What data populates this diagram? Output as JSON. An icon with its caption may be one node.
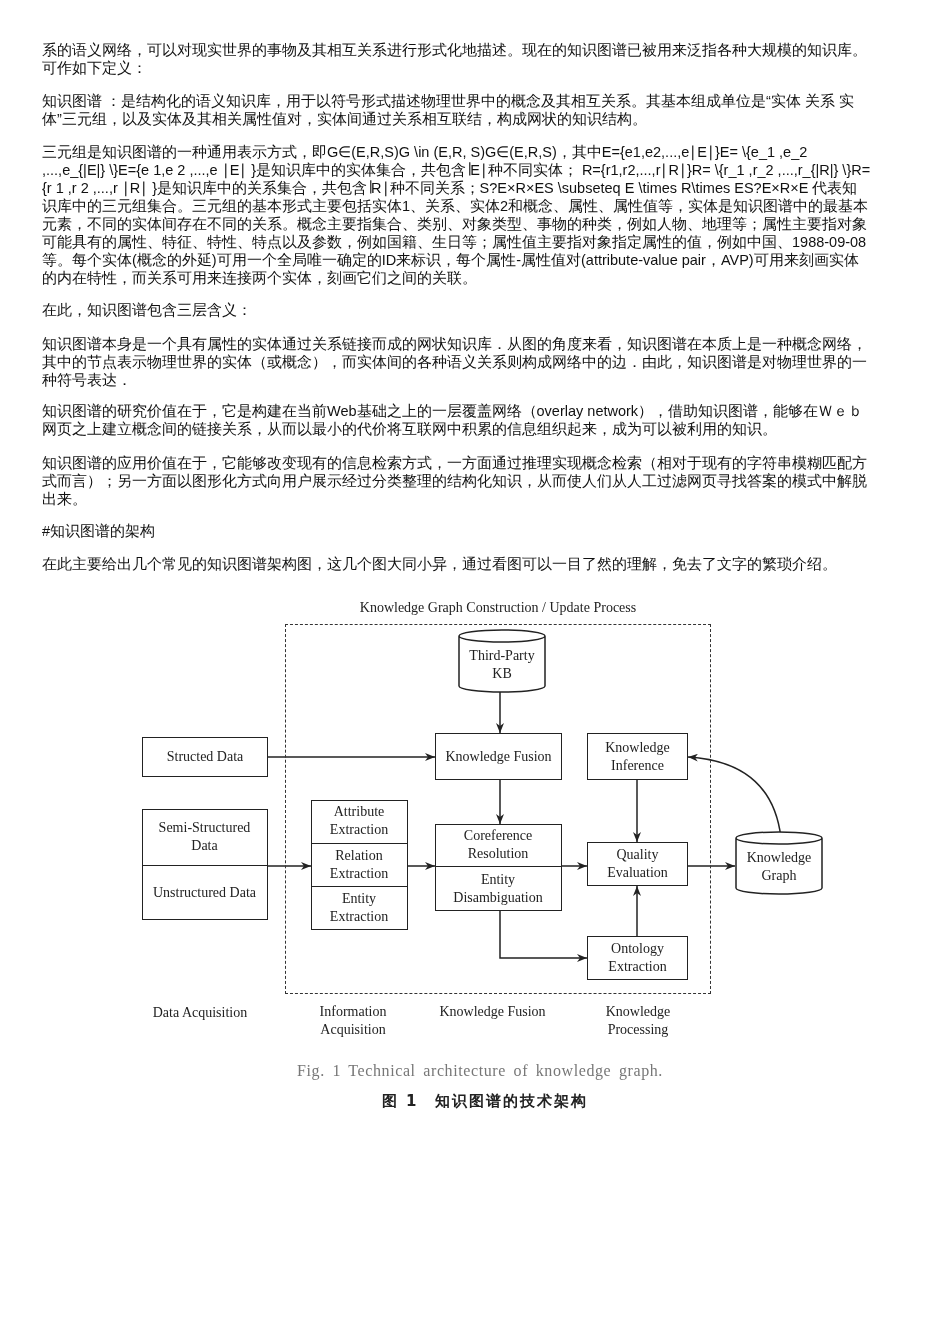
{
  "diagram": {
    "caption": "Fig. 1 Technical architecture of knowledge graph.",
    "nodes": [
      {
        "text": [
          "Knowledge Graph Construction / Update Process"
        ]
      },
      {
        "text": [
          "Third-Party KB"
        ],
        "in": 0
      },
      {
        "text": [
          "Structed Data"
        ]
      },
      {
        "text": [
          "Knowledge Fusion"
        ],
        "in": 0
      },
      {
        "text": [
          "Knowledge Inference"
        ],
        "in": 0
      },
      {
        "text": [],
        "shape": "box"
      },
      {
        "text": [
          "Semi-Structured Data"
        ],
        "in": 5
      },
      {
        "text": [
          "Unstructured Data"
        ],
        "in": 5
      },
      {
        "text": [],
        "shape": "box",
        "in": 0
      },
      {
        "text": [
          "Attribute Extraction"
        ],
        "in": 8
      },
      {
        "text": [
          "Relation Extraction"
        ],
        "in": 8
      },
      {
        "text": [
          "Entity Extraction"
        ],
        "in": 8
      },
      {
        "text": [],
        "shape": "box",
        "in": 0
      },
      {
        "text": [
          "Coreference Resolution"
        ],
        "in": 12
      },
      {
        "text": [
          "Entity Disambiguation"
        ],
        "in": 12
      },
      {
        "text": [
          "Quality Evaluation"
        ],
        "in": 0
      },
      {
        "text": [
          "Knowledge Graph"
        ]
      },
      {
        "text": [
          "Ontology Extraction"
        ],
        "in": 0
      }
    ],
    "edges": [
      {
        "from": 1,
        "to": 3,
        "arrow": "to"
      },
      {
        "from": 2,
        "to": 3,
        "arrow": "to"
      },
      {
        "from": 3,
        "to": 13,
        "arrow": "to"
      },
      {
        "from": 5,
        "to": 8,
        "arrow": "to"
      },
      {
        "from": 8,
        "to": 12,
        "arrow": "to"
      },
      {
        "from": 12,
        "to": 15,
        "arrow": "to"
      },
      {
        "from": 4,
        "to": 15,
        "arrow": "to"
      },
      {
        "from": 14,
        "to": 17,
        "arrow": "to"
      },
      {
        "from": 17,
        "to": 15,
        "arrow": "to"
      },
      {
        "from": 15,
        "to": 16,
        "arrow": "to"
      },
      {
        "from": 16,
        "to": 4,
        "arrow": "to"
      }
    ],
    "labels": [
      "系的语义网络，可以对现实世界的事物及其相互关系进行形式化地描述。现在的知识图谱已被用来泛指各种大规模的知识库。可作如下定义：",
      "知识图谱 ：是结构化的语义知识库，用于以符号形式描述物理世界中的概念及其相互关系。其基本组成单位是“实体 关系 实体”三元组，以及实体及其相关属性值对，实体间通过关系相互联结，构成网状的知识结构。",
      "三元组是知识图谱的一种通用表示方式，即G∈(E,R,S)G \\in (E,R, S)G∈(E,R,S)，其中E={e1,e2,...,e∣E∣}E= \\{e_1 ,e_2 ,...,e_{|E|} \\}E={e 1,e 2 ,...,e ∣E∣ }是知识库中的实体集合，共包含∣E∣种不同实体； R={r1,r2,...,r∣R∣}R= \\{r_1 ,r_2 ,...,r_{|R|} \\}R={r 1 ,r 2 ,...,r ∣R∣ }是知识库中的关系集合，共包含∣R∣种不同关系；S?E×R×ES \\subseteq E \\times R\\times ES?E×R×E 代表知识库中的三元组集合。三元组的基本形式主要包括实体1、关系、实体2和概念、属性、属性值等，实体是知识图谱中的最基本元素，不同的实体间存在不同的关系。概念主要指集合、类别、对象类型、事物的种类，例如人物、地理等；属性主要指对象可能具有的属性、特征、特性、特点以及参数，例如国籍、生日等；属性值主要指对象指定属性的值，例如中国、1988-09-08等。每个实体(概念的外延)可用一个全局唯一确定的ID来标识，每个属性-属性值对(attribute-value pair，AVP)可用来刻画实体的内在特性，而关系可用来连接两个实体，刻画它们之间的关联。",
      "在此，知识图谱包含三层含义：",
      "知识图谱本身是一个具有属性的实体通过关系链接而成的网状知识库．从图的角度来看，知识图谱在本质上是一种概念网络，其中的节点表示物理世界的实体（或概念），而实体间的各种语义关系则构成网络中的边．由此，知识图谱是对物理世界的一种符号表达．",
      "知识图谱的研究价值在于，它是构建在当前Web基础之上的一层覆盖网络（overlay network），借助知识图谱，能够在Ｗｅｂ网页之上建立概念间的链接关系，从而以最小的代价将互联网中积累的信息组织起来，成为可以被利用的知识。",
      "知识图谱的应用价值在于，它能够改变现有的信息检索方式，一方面通过推理实现概念检索（相对于现有的字符串模糊匹配方式而言）；另一方面以图形化方式向用户展示经过分类整理的结构化知识，从而使人们从人工过滤网页寻找答案的模式中解脱出来。",
      "#知识图谱的架构",
      "在此主要给出几个常见的知识图谱架构图，这几个图大同小异，通过看图可以一目了然的理解，免去了文字的繁琐介绍。",
      "Data Acquisition",
      "Information Acquisition",
      "Knowledge Fusion",
      "Knowledge Processing",
      "图 1　知识图谱的技术架构"
    ]
  }
}
